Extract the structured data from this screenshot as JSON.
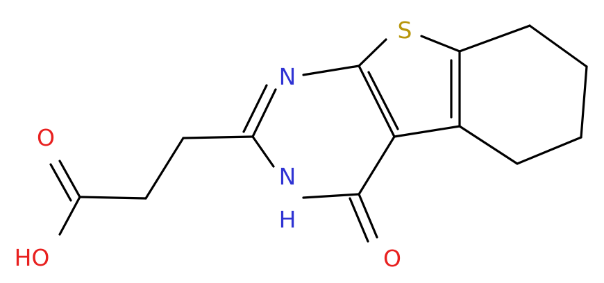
{
  "atoms": {
    "s1": {
      "text": "S",
      "color": "#b8960b"
    },
    "n1": {
      "text": "N",
      "color": "#2f33d3"
    },
    "n2": {
      "text": "N",
      "color": "#2f33d3"
    },
    "h_n2": {
      "text": "H",
      "color": "#2f33d3"
    },
    "o_keto": {
      "text": "O",
      "color": "#e8201f"
    },
    "o_acid": {
      "text": "O",
      "color": "#e8201f"
    },
    "oh_acid": {
      "text": "HO",
      "color": "#e8201f"
    }
  },
  "colors": {
    "bond": "#000000",
    "background": "#ffffff"
  }
}
